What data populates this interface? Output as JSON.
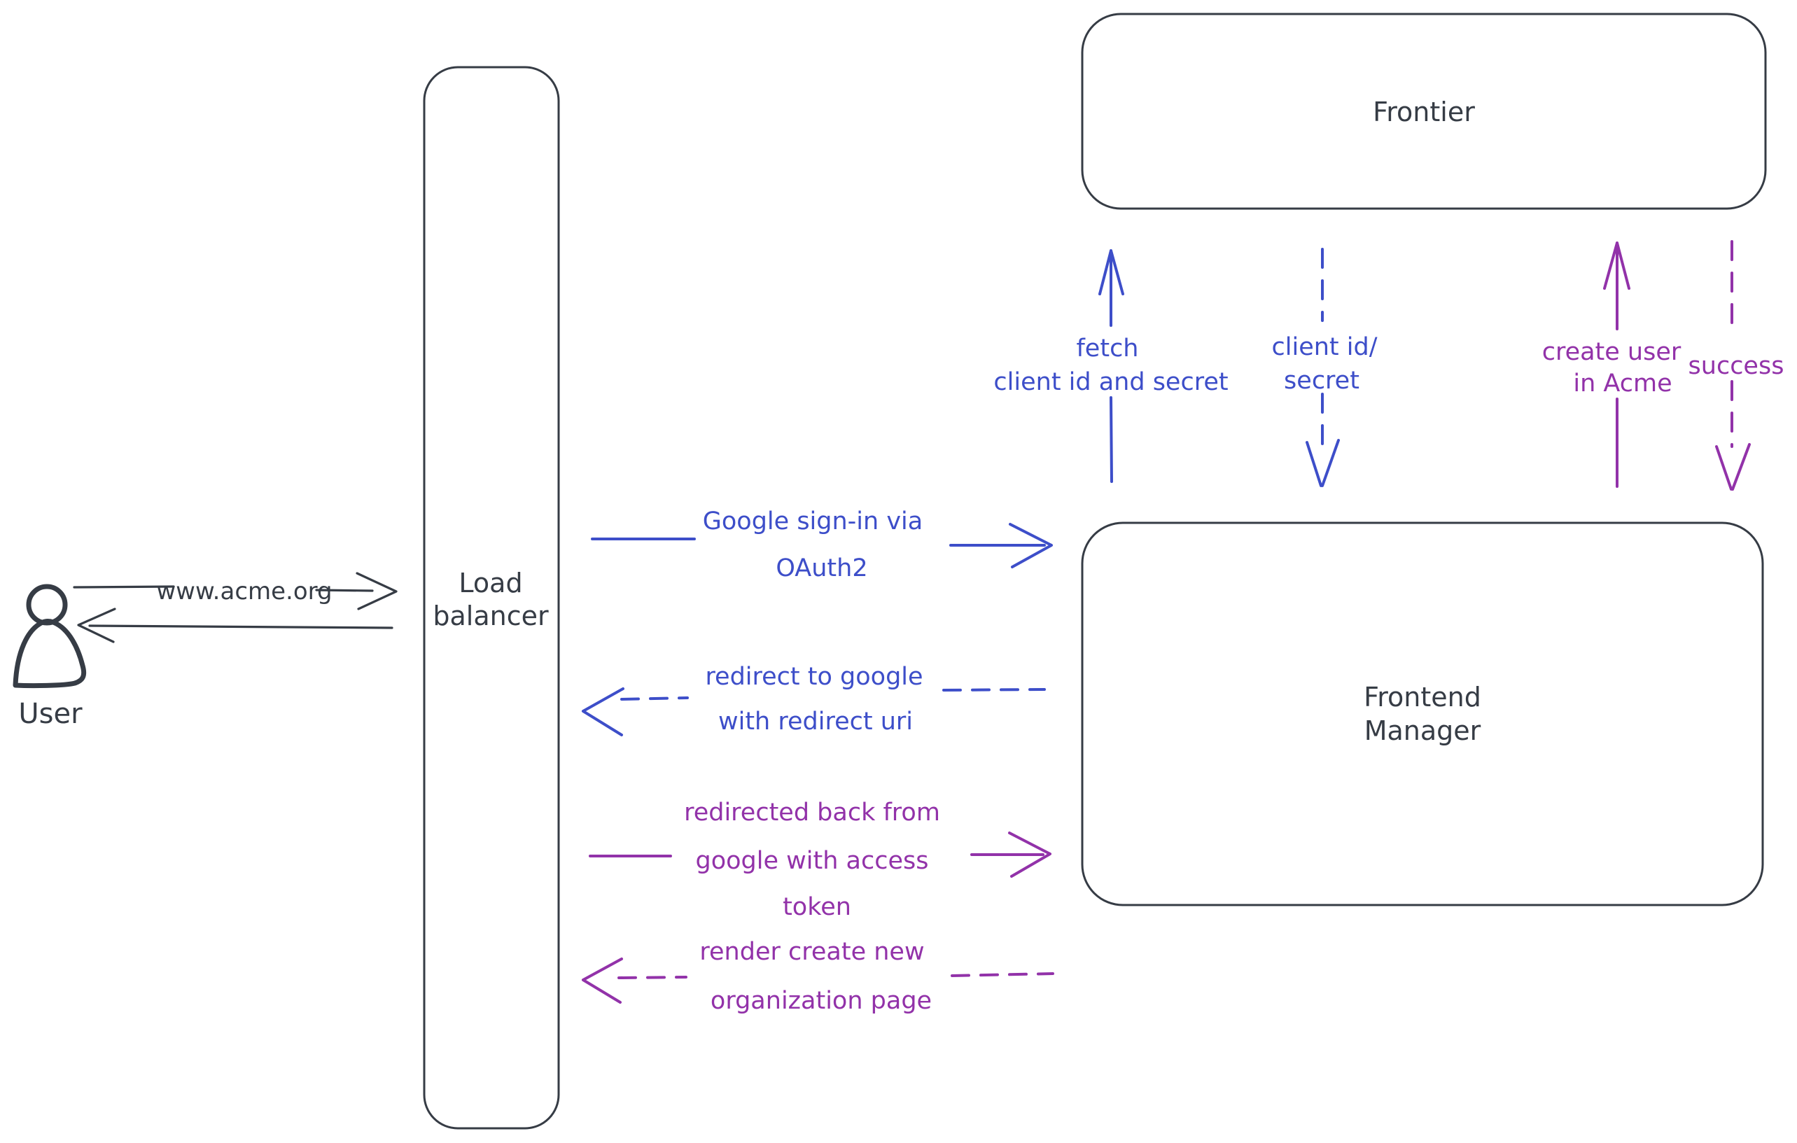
{
  "colors": {
    "ink": "#363c45",
    "blue": "#3d4ec9",
    "purple": "#9232a9",
    "crosshatch": "#c9d1dc",
    "background": "#ffffff"
  },
  "actors": {
    "user": {
      "label": "User"
    },
    "load_balancer": {
      "line1": "Load",
      "line2": "balancer"
    },
    "frontier": {
      "label": "Frontier"
    },
    "frontend_manager": {
      "line1": "Frontend",
      "line2": "Manager"
    }
  },
  "messages": {
    "www_acme": {
      "label": "www.acme.org"
    },
    "google_signin": {
      "line1": "Google sign-in via",
      "line2": "OAuth2"
    },
    "redirect_to_google": {
      "line1": "redirect to google",
      "line2": "with redirect uri"
    },
    "redirected_back": {
      "line1": "redirected back from",
      "line2": "google with access",
      "line3": "token"
    },
    "render_org_page": {
      "line1": "render create new",
      "line2": "organization page"
    },
    "fetch_client_secret": {
      "line1": "fetch",
      "line2": "client id and secret"
    },
    "client_id_secret": {
      "line1": "client id/",
      "line2": "secret"
    },
    "create_user": {
      "line1": "create user",
      "line2": "in Acme"
    },
    "success": {
      "label": "success"
    }
  }
}
